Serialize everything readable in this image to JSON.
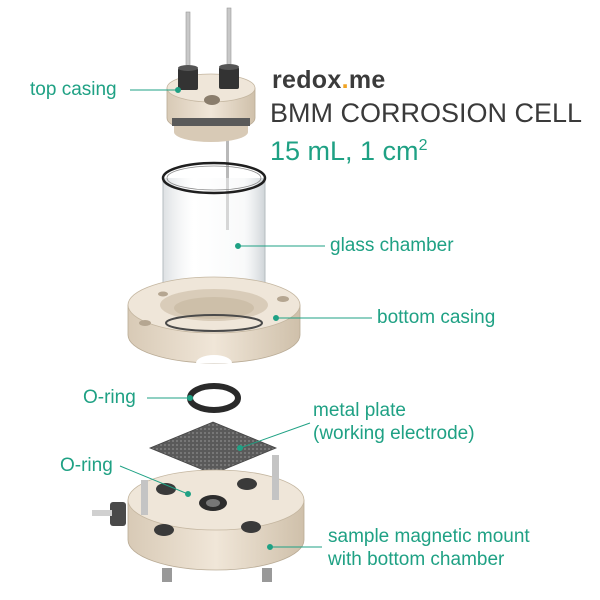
{
  "brand": {
    "part1": "redox",
    "dot": ".",
    "part2": "me"
  },
  "title": "BMM CORROSION CELL",
  "subtitle": {
    "main": "15 mL, 1 cm",
    "sup": "2"
  },
  "labels": {
    "top_casing": "top casing",
    "glass_chamber": "glass chamber",
    "bottom_casing": "bottom casing",
    "oring_1": "O-ring",
    "metal_plate_line1": "metal plate",
    "metal_plate_line2": "(working electrode)",
    "oring_2": "O-ring",
    "mount_line1": "sample magnetic mount",
    "mount_line2": "with bottom chamber"
  },
  "colors": {
    "accent": "#1fa184",
    "brand_dot": "#f0a323",
    "casing": "#e8dccb",
    "text_dark": "#3a3a3a"
  }
}
